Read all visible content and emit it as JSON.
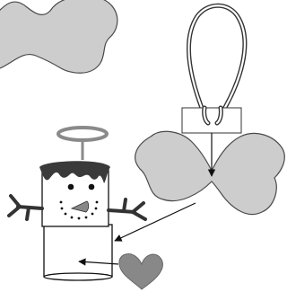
{
  "figure": {
    "kind": "craft-assembly-diagram",
    "colors": {
      "wing_fill": "#cdcdcd",
      "outline": "#4a4a4a",
      "heart_fill": "#888888",
      "halo": "#8a8a8a",
      "hat": "#3a3a3a",
      "arms": "#333333",
      "nose": "#888888",
      "background": "#ffffff"
    },
    "parts": [
      {
        "id": "wings-cropped",
        "icon": "wing-shape-icon"
      },
      {
        "id": "hanger-loop",
        "icon": "string-loop-icon"
      },
      {
        "id": "hanger-tab",
        "icon": "paper-tab-icon"
      },
      {
        "id": "wings",
        "icon": "wing-shape-icon"
      },
      {
        "id": "snowman-angel",
        "icon": "snowman-icon"
      },
      {
        "id": "heart",
        "icon": "heart-icon"
      }
    ],
    "arrows": [
      {
        "id": "tab-to-wings"
      },
      {
        "id": "wings-to-body"
      },
      {
        "id": "heart-to-body"
      }
    ]
  }
}
